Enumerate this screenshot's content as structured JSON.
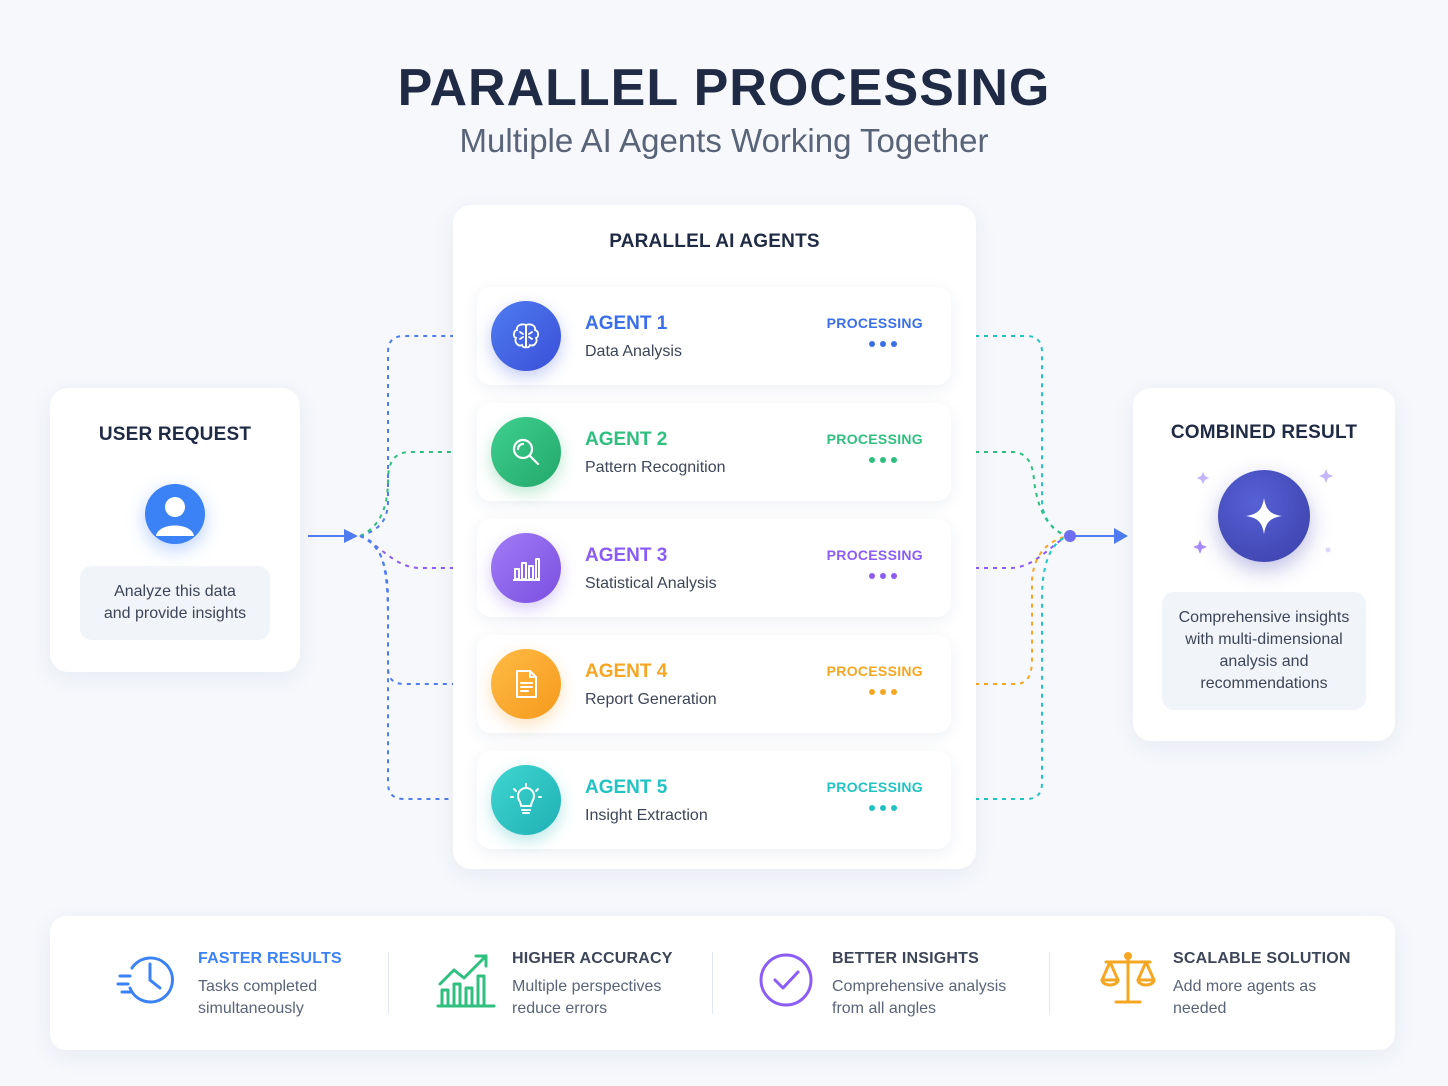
{
  "header": {
    "title": "PARALLEL PROCESSING",
    "subtitle": "Multiple AI Agents Working Together"
  },
  "user_request": {
    "heading": "USER REQUEST",
    "icon": "user-icon",
    "message_line1": "Analyze this data",
    "message_line2": "and provide insights"
  },
  "agents_panel": {
    "heading": "PARALLEL AI AGENTS",
    "agents": [
      {
        "name": "AGENT 1",
        "task": "Data Analysis",
        "status": "PROCESSING",
        "icon": "brain-icon",
        "color": "#3b6fea"
      },
      {
        "name": "AGENT 2",
        "task": "Pattern Recognition",
        "status": "PROCESSING",
        "icon": "magnifier-icon",
        "color": "#2fbf7f"
      },
      {
        "name": "AGENT 3",
        "task": "Statistical Analysis",
        "status": "PROCESSING",
        "icon": "bar-chart-icon",
        "color": "#8b5cf6"
      },
      {
        "name": "AGENT 4",
        "task": "Report Generation",
        "status": "PROCESSING",
        "icon": "document-icon",
        "color": "#f5a623"
      },
      {
        "name": "AGENT 5",
        "task": "Insight Extraction",
        "status": "PROCESSING",
        "icon": "lightbulb-icon",
        "color": "#22c3c3"
      }
    ]
  },
  "combined_result": {
    "heading": "COMBINED RESULT",
    "icon": "sparkle-icon",
    "line1": "Comprehensive insights",
    "line2": "with multi-dimensional",
    "line3": "analysis and",
    "line4": "recommendations"
  },
  "benefits": [
    {
      "title": "FASTER RESULTS",
      "line1": "Tasks completed",
      "line2": "simultaneously",
      "icon": "clock-icon",
      "color": "#3b82f6"
    },
    {
      "title": "HIGHER ACCURACY",
      "line1": "Multiple perspectives",
      "line2": "reduce errors",
      "icon": "growth-chart-icon",
      "color": "#2fbf7f"
    },
    {
      "title": "BETTER INSIGHTS",
      "line1": "Comprehensive analysis",
      "line2": "from all angles",
      "icon": "check-circle-icon",
      "color": "#8b5cf6"
    },
    {
      "title": "SCALABLE SOLUTION",
      "line1": "Add more agents as",
      "line2": "needed",
      "icon": "scale-icon",
      "color": "#f5a623"
    }
  ]
}
